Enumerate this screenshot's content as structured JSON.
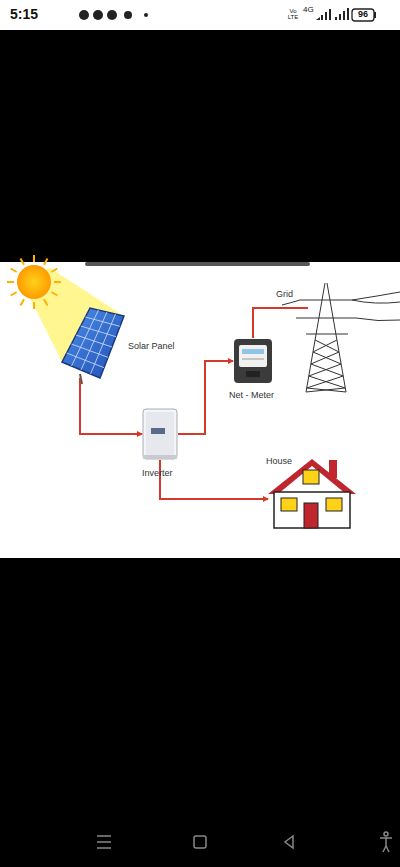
{
  "diagram": {
    "nodes": [
      {
        "text": [
          "Solar Panel"
        ]
      },
      {
        "text": [
          "Grid"
        ]
      },
      {
        "text": [
          "Net - Meter"
        ]
      },
      {
        "text": [
          "Inverter"
        ]
      },
      {
        "text": [
          "House"
        ]
      }
    ],
    "edges": [
      {
        "from": 0,
        "to": 3,
        "arrow": "to"
      },
      {
        "from": 3,
        "to": 2,
        "arrow": "to"
      },
      {
        "from": 2,
        "to": 1,
        "arrow": "none"
      },
      {
        "from": 3,
        "to": 4,
        "arrow": "to"
      }
    ],
    "labels": [
      "5:15",
      "Vo LTE",
      "4G",
      "96"
    ]
  }
}
